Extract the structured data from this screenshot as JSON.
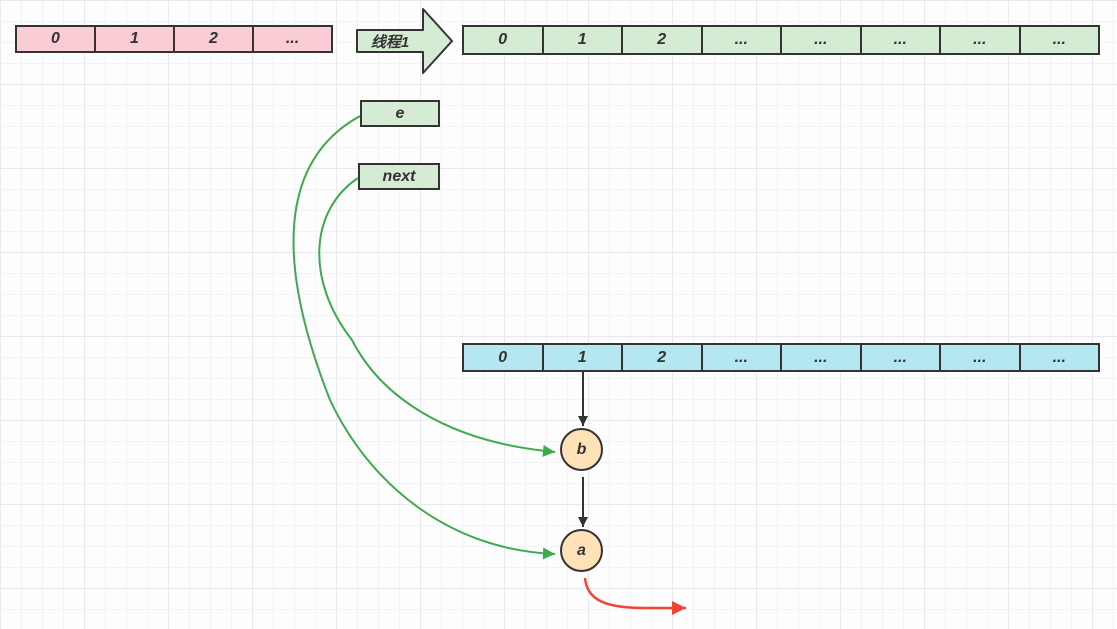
{
  "colors": {
    "border": "#333333",
    "text": "#333333",
    "pink_fill": "#F9CDD3",
    "green_fill": "#D5EBD4",
    "cyan_fill": "#B5E7F0",
    "node_fill": "#FFE2B8",
    "green_connector": "#3FA94D",
    "black_connector": "#333333",
    "red_connector": "#EF4438"
  },
  "old_table": {
    "cells": [
      "0",
      "1",
      "2",
      "..."
    ]
  },
  "thread_arrow": {
    "label": "线程1"
  },
  "new_table": {
    "cells": [
      "0",
      "1",
      "2",
      "...",
      "...",
      "...",
      "...",
      "..."
    ]
  },
  "pointers": {
    "e": "e",
    "next": "next"
  },
  "bucket_table": {
    "cells": [
      "0",
      "1",
      "2",
      "...",
      "...",
      "...",
      "...",
      "..."
    ]
  },
  "nodes": {
    "b": "b",
    "a": "a"
  }
}
